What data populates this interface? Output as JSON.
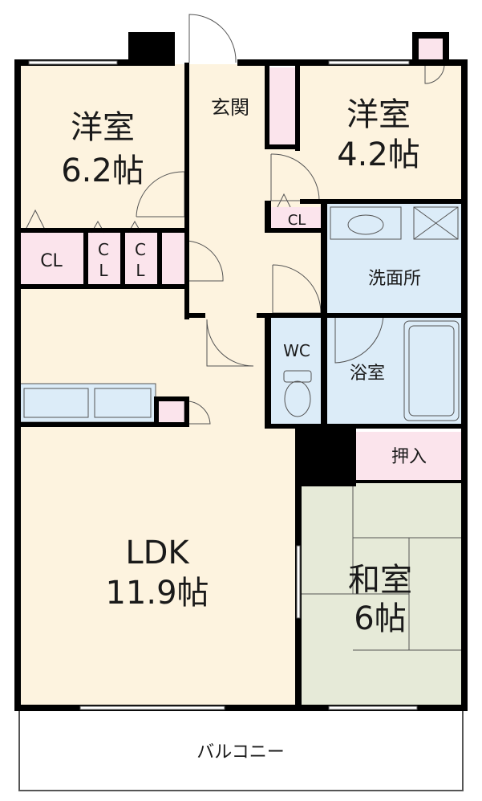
{
  "rooms": {
    "western_left": {
      "name": "洋室",
      "size": "6.2帖"
    },
    "western_right": {
      "name": "洋室",
      "size": "4.2帖"
    },
    "entrance": {
      "name": "玄関"
    },
    "ldk": {
      "name": "LDK",
      "size": "11.9帖"
    },
    "japanese": {
      "name": "和室",
      "size": "6帖"
    },
    "washroom": {
      "name": "洗面所"
    },
    "bathroom": {
      "name": "浴室"
    },
    "toilet": {
      "name": "WC"
    },
    "oshiire": {
      "name": "押入"
    },
    "balcony": {
      "name": "バルコニー"
    }
  },
  "closets": {
    "cl_main": "CL",
    "cl_right": "CL",
    "cl_small_a": [
      "C",
      "L"
    ],
    "cl_small_b": [
      "C",
      "L"
    ]
  },
  "colors": {
    "wall": "#000000",
    "western_floor": "#fdf3df",
    "ldk_floor": "#fdf3df",
    "tatami": "#e6ead8",
    "wet_area": "#dcecf8",
    "closet": "#fbe4ec",
    "balcony": "#ffffff",
    "line": "#555555"
  }
}
